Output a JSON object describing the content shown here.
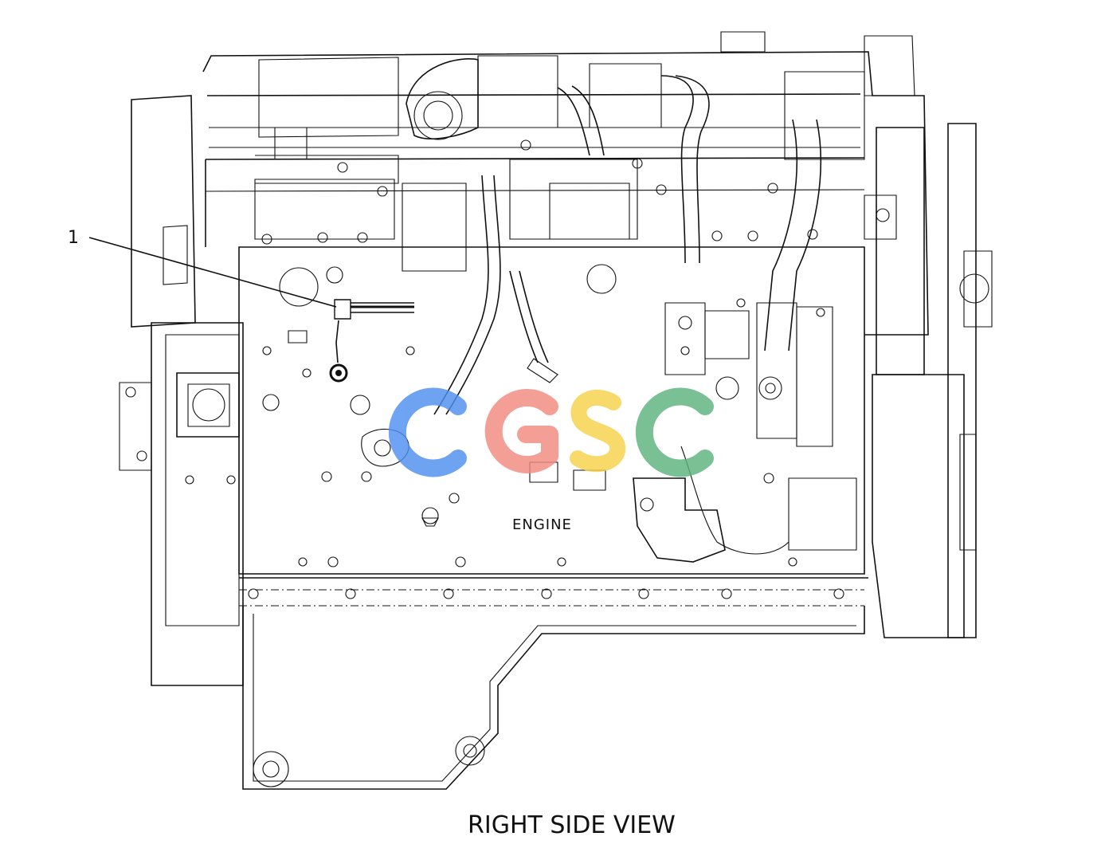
{
  "diagram": {
    "callout_number": "1",
    "engine_label": "ENGINE",
    "view_caption": "RIGHT SIDE VIEW",
    "watermark": {
      "text": "CGSC",
      "colors": [
        "#4f8ff0",
        "#f28a80",
        "#f6d24a",
        "#5db37e"
      ]
    }
  }
}
